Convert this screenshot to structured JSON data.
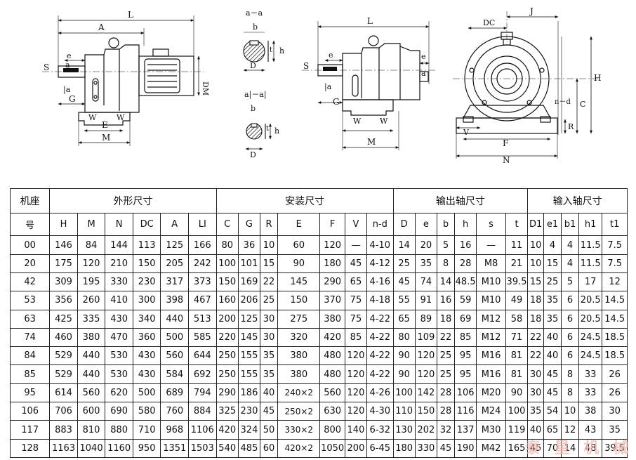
{
  "drawing_labels": {
    "side_view": {
      "L": "L",
      "A": "A",
      "S": "S",
      "e": "e",
      "a": "a",
      "a2": "|a",
      "G": "G",
      "W1": "W",
      "W2": "W",
      "E": "E",
      "M": "M",
      "DM": "DM"
    },
    "section_a": {
      "title": "a－a",
      "b": "b",
      "t": "t",
      "h": "h",
      "D": "D"
    },
    "section_a1": {
      "title": "a|－a|",
      "b": "b",
      "t": "t",
      "h": "h",
      "D": "D"
    },
    "side_view_2": {
      "L": "L",
      "S": "S",
      "e": "e",
      "e1": "e",
      "a": "a",
      "a2": "|a",
      "G": "G",
      "W1": "W",
      "W2": "W",
      "M": "M"
    },
    "front_view": {
      "J": "J",
      "DC": "DC",
      "H": "H",
      "nd": "n－d",
      "C": "C",
      "R": "R",
      "V": "V",
      "F": "F",
      "N": "N"
    }
  },
  "table": {
    "group_headers": [
      {
        "label": "机座",
        "span": 1
      },
      {
        "label": "外形尺寸",
        "span": 6
      },
      {
        "label": "安装尺寸",
        "span": 7
      },
      {
        "label": "输出轴尺寸",
        "span": 6
      },
      {
        "label": "输入轴尺寸",
        "span": 5
      }
    ],
    "columns": [
      "号",
      "H",
      "M",
      "N",
      "DC",
      "A",
      "LI",
      "C",
      "G",
      "R",
      "E",
      "F",
      "V",
      "n-d",
      "D",
      "e",
      "b",
      "h",
      "s",
      "t",
      "D1",
      "e1",
      "b1",
      "h1",
      "t1"
    ],
    "rows": [
      [
        "00",
        "146",
        "84",
        "144",
        "113",
        "125",
        "166",
        "80",
        "36",
        "10",
        "60",
        "120",
        "—",
        "4-10",
        "14",
        "20",
        "5",
        "16",
        "—",
        "11",
        "10",
        "4",
        "4",
        "11.5",
        "7.5"
      ],
      [
        "20",
        "175",
        "120",
        "210",
        "150",
        "205",
        "242",
        "100",
        "101",
        "15",
        "90",
        "180",
        "45",
        "4-12",
        "25",
        "35",
        "8",
        "28",
        "M8",
        "21",
        "10",
        "15",
        "4",
        "11.5",
        "7.5"
      ],
      [
        "42",
        "309",
        "195",
        "330",
        "230",
        "317",
        "373",
        "150",
        "169",
        "22",
        "145",
        "290",
        "65",
        "4-16",
        "45",
        "74",
        "14",
        "48.5",
        "M10",
        "39.5",
        "15",
        "25",
        "5",
        "17",
        "12"
      ],
      [
        "53",
        "356",
        "260",
        "410",
        "300",
        "398",
        "467",
        "160",
        "206",
        "25",
        "150",
        "370",
        "75",
        "4-18",
        "55",
        "91",
        "16",
        "59",
        "M10",
        "49",
        "18",
        "35",
        "6",
        "20.5",
        "14.5"
      ],
      [
        "63",
        "425",
        "335",
        "430",
        "340",
        "440",
        "513",
        "200",
        "125",
        "30",
        "275",
        "380",
        "75",
        "4-22",
        "65",
        "89",
        "18",
        "69",
        "M12",
        "58",
        "18",
        "35",
        "6",
        "20.5",
        "14.5"
      ],
      [
        "74",
        "460",
        "380",
        "470",
        "360",
        "500",
        "585",
        "220",
        "145",
        "30",
        "320",
        "420",
        "85",
        "4-22",
        "80",
        "109",
        "22",
        "85",
        "M12",
        "71",
        "22",
        "40",
        "6",
        "24.5",
        "18.5"
      ],
      [
        "84",
        "529",
        "440",
        "530",
        "430",
        "560",
        "644",
        "250",
        "155",
        "35",
        "380",
        "480",
        "120",
        "4-22",
        "90",
        "120",
        "25",
        "95",
        "M16",
        "81",
        "22",
        "40",
        "6",
        "24.5",
        "18.5"
      ],
      [
        "85",
        "529",
        "440",
        "530",
        "430",
        "584",
        "692",
        "250",
        "155",
        "35",
        "380",
        "480",
        "120",
        "4-22",
        "90",
        "120",
        "25",
        "95",
        "M16",
        "81",
        "30",
        "45",
        "8",
        "33",
        "26"
      ],
      [
        "95",
        "614",
        "560",
        "620",
        "500",
        "689",
        "794",
        "290",
        "186",
        "40",
        "240×2",
        "560",
        "120",
        "4-26",
        "100",
        "142",
        "28",
        "106",
        "M20",
        "90",
        "30",
        "45",
        "8",
        "33",
        "26"
      ],
      [
        "106",
        "706",
        "600",
        "690",
        "580",
        "760",
        "884",
        "325",
        "230",
        "45",
        "250×2",
        "630",
        "120",
        "4-30",
        "110",
        "150",
        "28",
        "116",
        "M24",
        "100",
        "35",
        "54",
        "10",
        "38",
        "30"
      ],
      [
        "117",
        "883",
        "810",
        "880",
        "710",
        "968",
        "1106",
        "420",
        "324",
        "50",
        "330×2",
        "800",
        "140",
        "6-32",
        "130",
        "202",
        "32",
        "137",
        "M30",
        "119",
        "40",
        "65",
        "12",
        "43",
        "35"
      ],
      [
        "128",
        "1163",
        "1040",
        "1160",
        "950",
        "1351",
        "1503",
        "540",
        "485",
        "60",
        "420×2",
        "1050",
        "200",
        "6-45",
        "180",
        "330",
        "45",
        "190",
        "M42",
        "165",
        "45",
        "70",
        "14",
        "48",
        "39.5"
      ]
    ]
  },
  "watermark": "泰 星 机 械"
}
